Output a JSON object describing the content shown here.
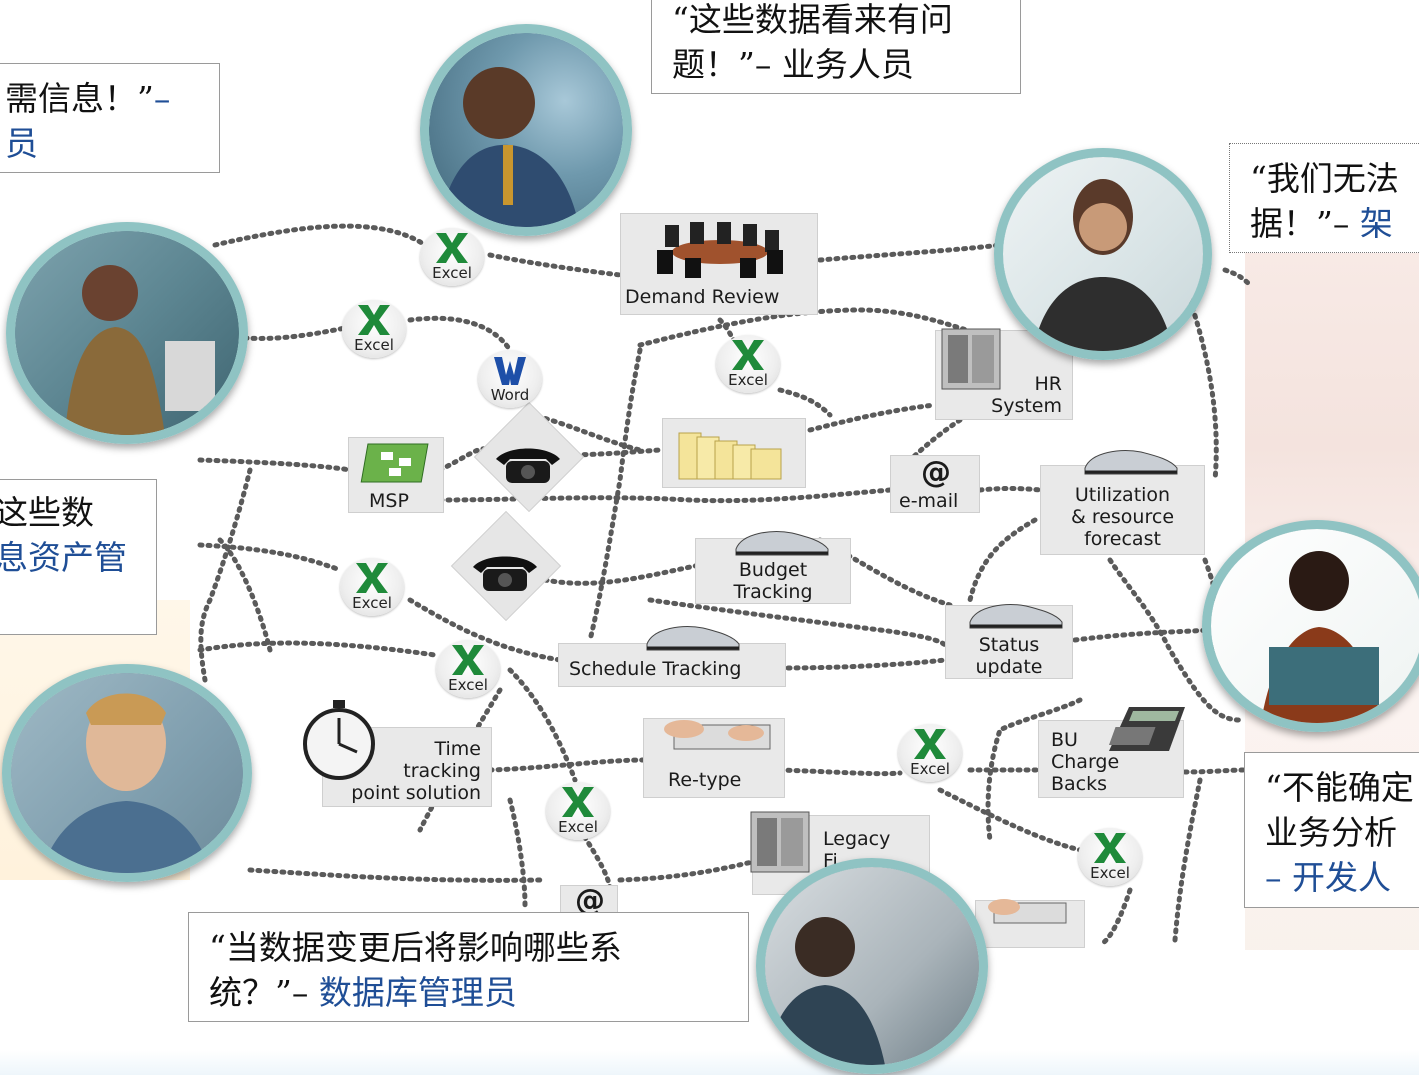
{
  "nodes": {
    "demand_review": "Demand Review",
    "hr_system": "HR\nSystem",
    "msp": "MSP",
    "email_1": "e-mail",
    "utilization": "Utilization\n& resource\nforecast",
    "budget": "Budget\nTracking",
    "status": "Status\nupdate",
    "schedule": "Schedule Tracking",
    "time_tracking": "Time\ntracking\npoint solution",
    "retype": "Re-type",
    "bu_charge": "BU\nCharge\nBacks",
    "legacy": "Legacy\nFi"
  },
  "excel_label": "Excel",
  "word_label": "Word",
  "email_symbol": "@",
  "quotes": {
    "top_left": {
      "line1": "需信息！”",
      "dash": "–",
      "line2": "员"
    },
    "top_center": {
      "line1": "“这些数据看来有问",
      "line2": "题！”",
      "dash": "–",
      "role": "业务人员"
    },
    "right_top": {
      "line1": "“我们无法",
      "line2": "据！”",
      "dash": "–",
      "role": "架"
    },
    "left_mid": {
      "line1": "这些数",
      "line2": "息资产管"
    },
    "right_bottom": {
      "line1": "“不能确定",
      "line2": "业务分析",
      "dash": "–",
      "role": "开发人"
    },
    "bottom": {
      "line1": "“当数据变更后将影响哪些系",
      "line2": "统？”",
      "dash": "–",
      "role": "数据库管理员"
    }
  },
  "portraits": [
    "man-with-glasses-portrait",
    "woman-at-computer-portrait",
    "businesswoman-portrait",
    "young-man-portrait",
    "man-with-laptop-portrait",
    "thinking-man-portrait"
  ],
  "colors": {
    "ring": "#8fc3c3",
    "role_text": "#1f4e96",
    "excel_green": "#1f8a3a",
    "word_blue": "#1e4fa8"
  }
}
